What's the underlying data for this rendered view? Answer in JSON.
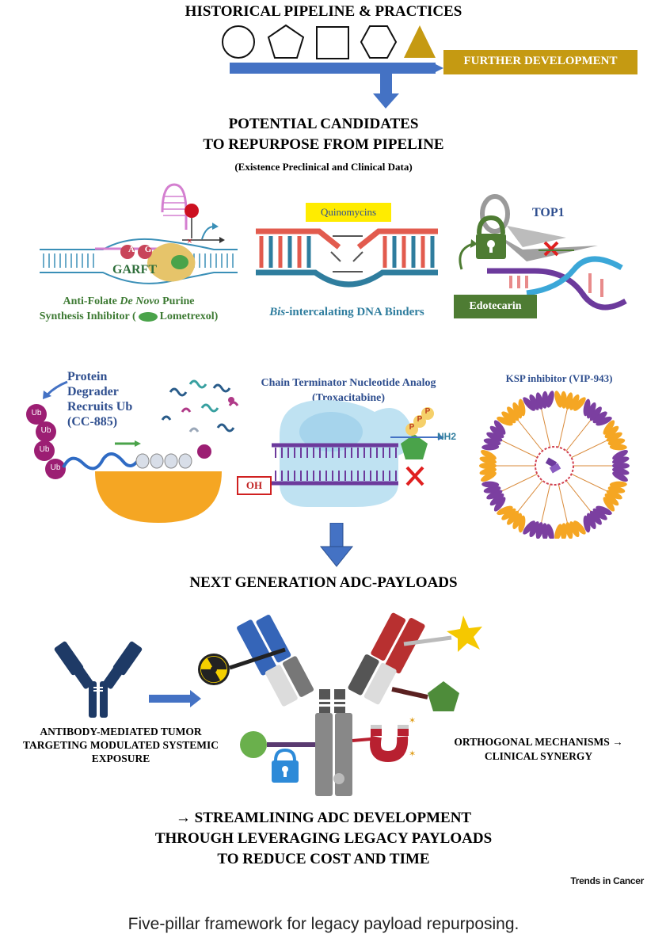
{
  "top": {
    "title": "HISTORICAL PIPELINE & PRACTICES",
    "further_development": "FURTHER DEVELOPMENT"
  },
  "candidates": {
    "line1": "POTENTIAL CANDIDATES",
    "line2": "TO REPURPOSE FROM PIPELINE",
    "note": "(Existence Preclinical and Clinical Data)"
  },
  "panels": {
    "antifolate": {
      "garft": "GARFT",
      "base_a": "A",
      "base_g": "G",
      "caption_line1_pre": "Anti-Folate ",
      "caption_line1_em": "De Novo",
      "caption_line1_post": " Purine",
      "caption_line2_pre": "Synthesis Inhibitor (",
      "caption_line2_post": "Lometrexol)"
    },
    "bisintercalating": {
      "label_box": "Quinomycins",
      "caption_em": "Bis",
      "caption_rest": "-intercalating DNA Binders"
    },
    "top1": {
      "label": "TOP1",
      "drug": "Edotecarin"
    },
    "degrader": {
      "line1": "Protein",
      "line2": "Degrader",
      "line3": "Recruits Ub",
      "line4": "(CC-885)",
      "ub": "Ub"
    },
    "chain_terminator": {
      "line1": "Chain Terminator Nucleotide Analog",
      "line2": "(Troxacitabine)",
      "oh": "OH",
      "nh2": "NH2",
      "p": "P"
    },
    "ksp": {
      "title": "KSP inhibitor (VIP-943)"
    }
  },
  "next_gen": {
    "title": "NEXT GENERATION ADC-PAYLOADS",
    "left_line1": "ANTIBODY-MEDIATED TUMOR",
    "left_line2": "TARGETING MODULATED SYSTEMIC",
    "left_line3": "EXPOSURE",
    "right_line1": "ORTHOGONAL MECHANISMS →",
    "right_line2": "CLINICAL SYNERGY"
  },
  "conclusion": {
    "line1": "→ STREAMLINING ADC DEVELOPMENT",
    "line2": "THROUGH LEVERAGING LEGACY PAYLOADS",
    "line3": "TO REDUCE COST AND TIME"
  },
  "source": "Trends in Cancer",
  "caption": "Five-pillar framework for legacy payload repurposing.",
  "colors": {
    "blue_arrow": "#4472c4",
    "gold": "#c59a12",
    "green_text": "#3d7a33",
    "blue_text": "#2f4f8f",
    "purple": "#7b3fa0",
    "orange": "#f5a623"
  }
}
